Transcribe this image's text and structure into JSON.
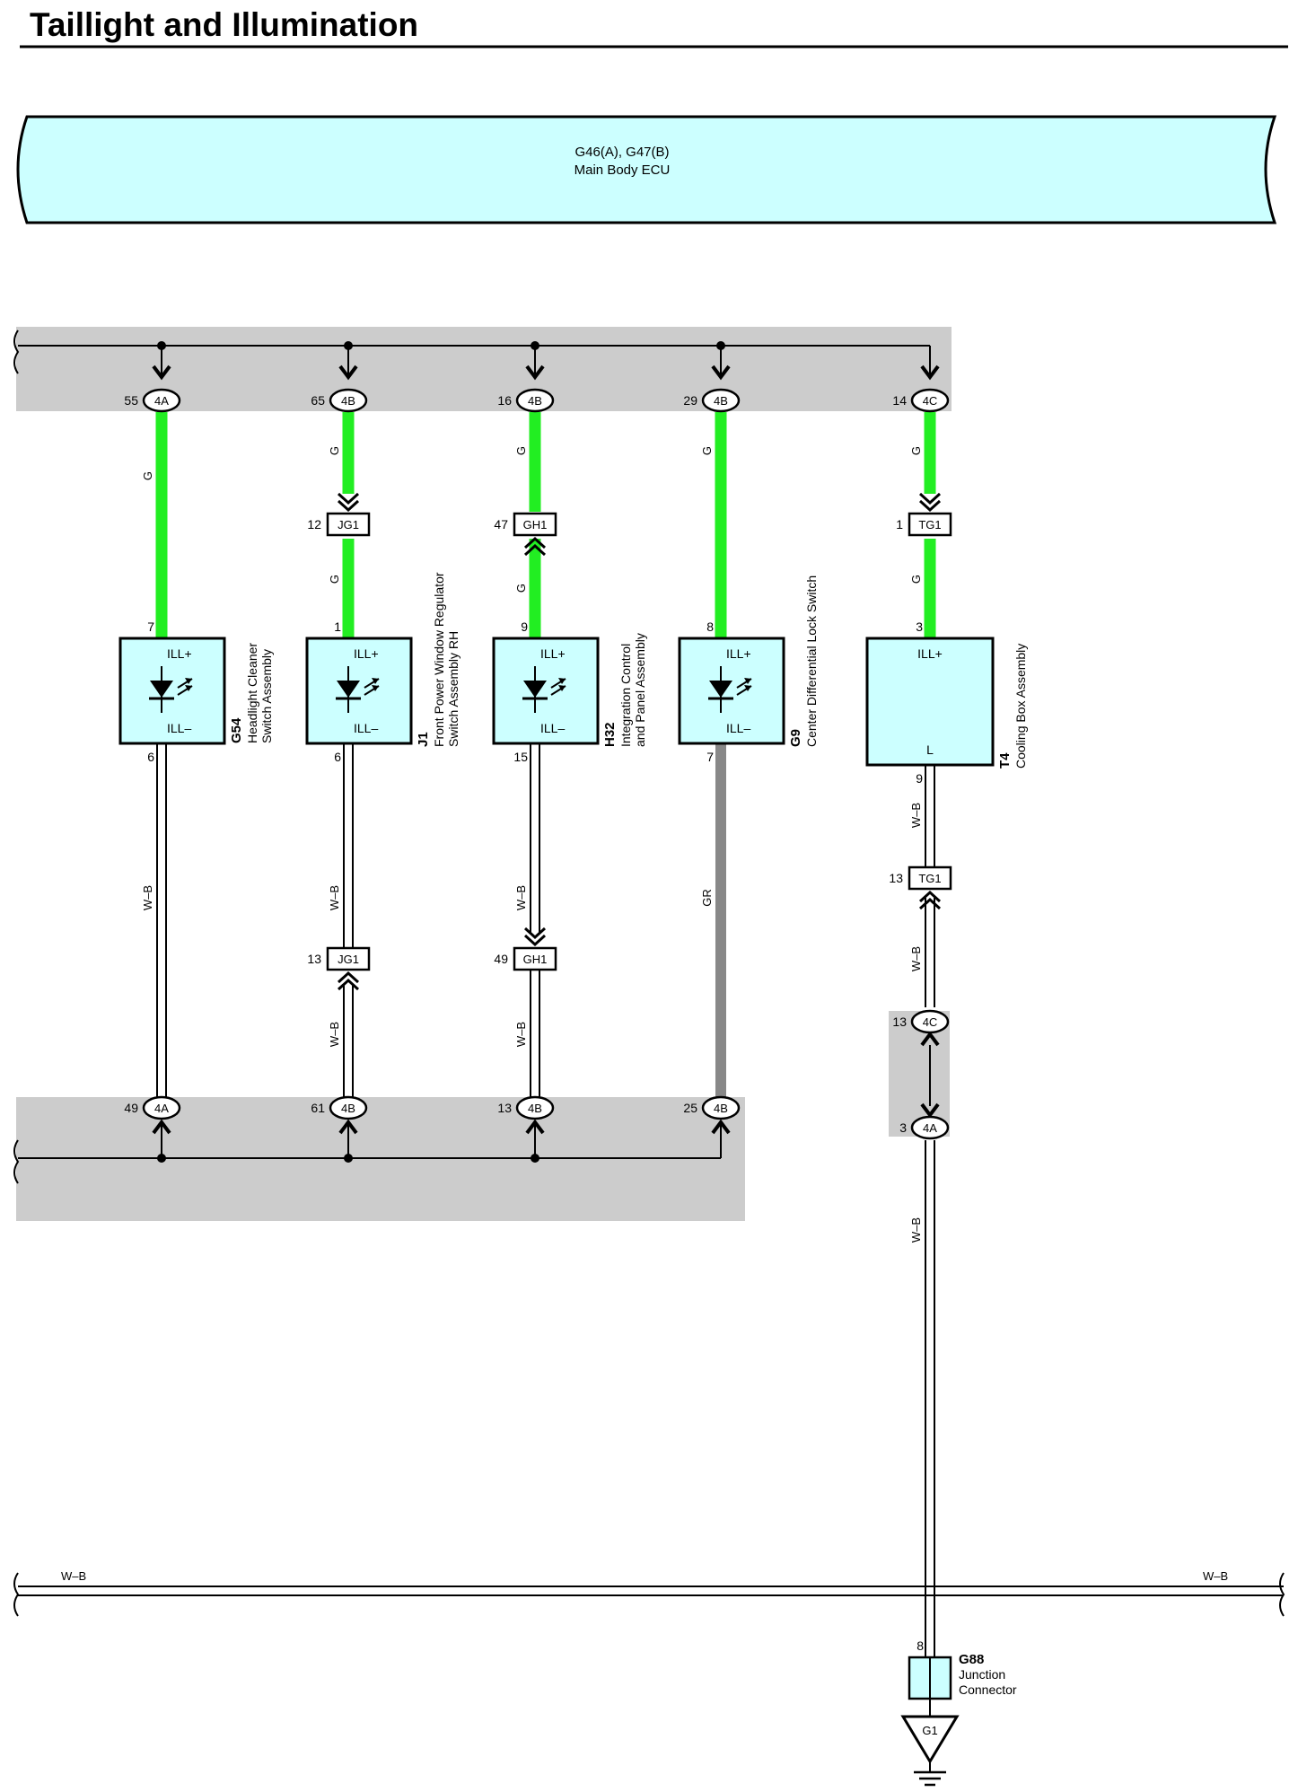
{
  "title": "Taillight and Illumination",
  "ecu": {
    "id": "G46(A), G47(B)",
    "name": "Main Body ECU"
  },
  "top_pins": [
    {
      "pin": "55",
      "conn": "4A"
    },
    {
      "pin": "65",
      "conn": "4B"
    },
    {
      "pin": "16",
      "conn": "4B"
    },
    {
      "pin": "29",
      "conn": "4B"
    },
    {
      "pin": "14",
      "conn": "4C"
    }
  ],
  "bottom_pins": [
    {
      "pin": "49",
      "conn": "4A"
    },
    {
      "pin": "61",
      "conn": "4B"
    },
    {
      "pin": "13",
      "conn": "4B"
    },
    {
      "pin": "25",
      "conn": "4B"
    }
  ],
  "inline_connectors": [
    {
      "pin": "12",
      "conn": "JG1"
    },
    {
      "pin": "47",
      "conn": "GH1"
    },
    {
      "pin": "1",
      "conn": "TG1"
    },
    {
      "pin": "13",
      "conn": "JG1"
    },
    {
      "pin": "49",
      "conn": "GH1"
    },
    {
      "pin": "13",
      "conn": "TG1"
    }
  ],
  "cooling_path_pins": [
    {
      "pin": "13",
      "conn": "4C"
    },
    {
      "pin": "3",
      "conn": "4A"
    }
  ],
  "wire_colors": {
    "g": "G",
    "wb": "W–B",
    "gr": "GR"
  },
  "components": [
    {
      "id": "G54",
      "name1": "Headlight Cleaner",
      "name2": "Switch Assembly",
      "pin_top": "7",
      "pin_bottom": "6",
      "term_top": "ILL+",
      "term_bottom": "ILL–"
    },
    {
      "id": "J1",
      "name1": "Front Power Window Regulator",
      "name2": "Switch Assembly RH",
      "pin_top": "1",
      "pin_bottom": "6",
      "term_top": "ILL+",
      "term_bottom": "ILL–"
    },
    {
      "id": "H32",
      "name1": "Integration Control",
      "name2": "and Panel Assembly",
      "pin_top": "9",
      "pin_bottom": "15",
      "term_top": "ILL+",
      "term_bottom": "ILL–"
    },
    {
      "id": "G9",
      "name1": "Center Differential Lock Switch",
      "name2": "",
      "pin_top": "8",
      "pin_bottom": "7",
      "term_top": "ILL+",
      "term_bottom": "ILL–"
    },
    {
      "id": "T4",
      "name1": "Cooling Box Assembly",
      "name2": "",
      "pin_top": "3",
      "pin_bottom": "9",
      "term_top": "ILL+",
      "term_bottom": "L"
    }
  ],
  "junction": {
    "id": "G88",
    "name1": "Junction",
    "name2": "Connector",
    "pin": "8"
  },
  "ground": {
    "id": "G1"
  },
  "ground_bus": {
    "label_left": "W–B",
    "label_right": "W–B"
  },
  "colors": {
    "green_wire": "#22ee22",
    "gray_wire": "#888888",
    "ecu_fill": "#ccffff",
    "shade": "#cccccc"
  }
}
